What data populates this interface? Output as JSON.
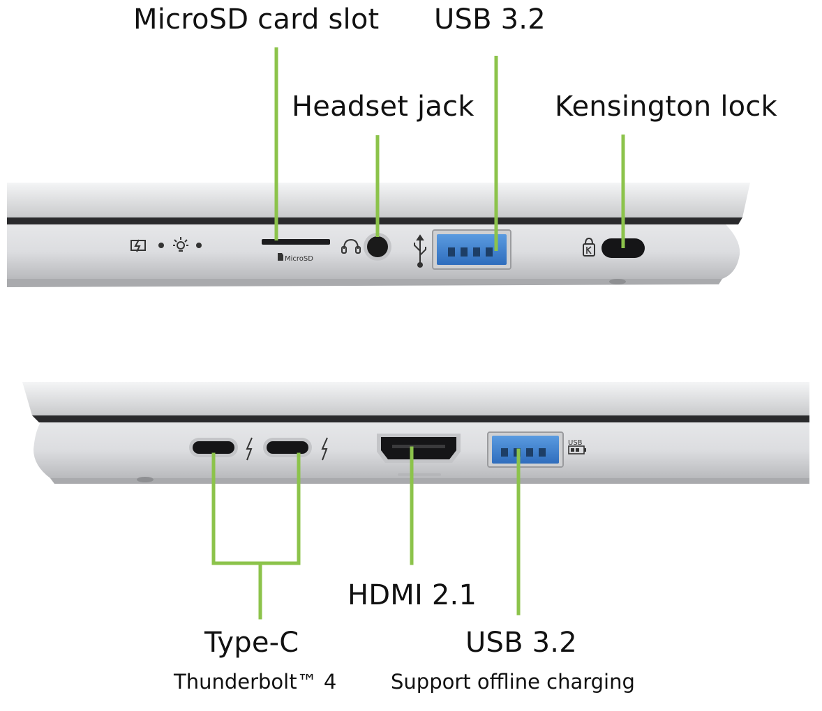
{
  "top_panel": {
    "labels": {
      "microsd": "MicroSD card slot",
      "usb_top": "USB 3.2",
      "headset": "Headset jack",
      "kensington": "Kensington lock"
    },
    "engraved": {
      "microsd_text": "MicroSD"
    }
  },
  "bottom_panel": {
    "labels": {
      "typec": "Type-C",
      "typec_sub": "Thunderbolt™ 4",
      "hdmi": "HDMI 2.1",
      "usb_bottom": "USB 3.2",
      "usb_bottom_sub": "Support offline charging"
    },
    "engraved": {
      "usb_icon_text": "USB"
    }
  },
  "colors": {
    "callout_line": "#8cc34b",
    "chassis_silver": "#d9dadc",
    "usb_blue": "#3d7fd0",
    "port_black": "#1a1a1a"
  }
}
